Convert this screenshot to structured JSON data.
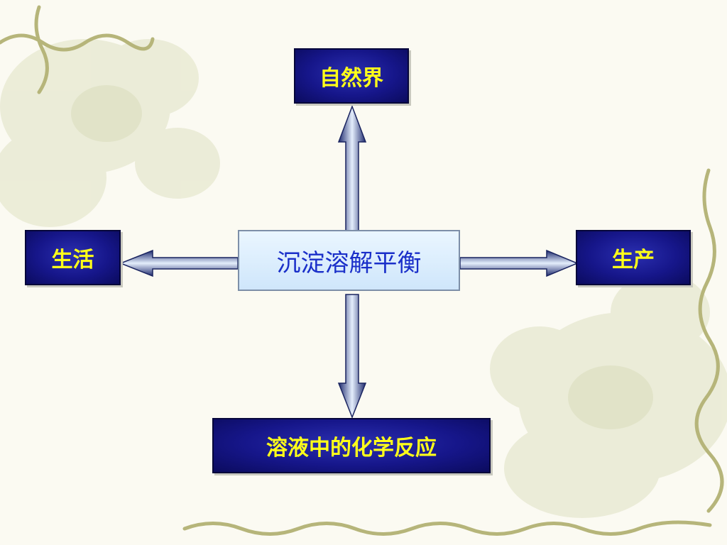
{
  "diagram": {
    "center": "沉淀溶解平衡",
    "top": "自然界",
    "left": "生活",
    "right": "生产",
    "bottom": "溶液中的化学反应"
  }
}
